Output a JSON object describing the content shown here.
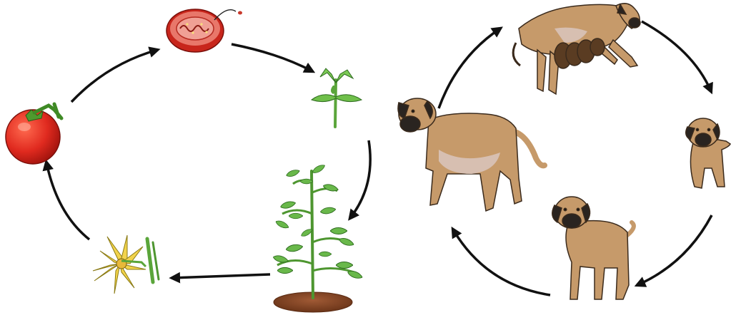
{
  "diagram": {
    "cycles": [
      {
        "name": "tomato-life-cycle",
        "stages": [
          "whole-tomato",
          "cut-tomato-with-seed",
          "seedling",
          "mature-plant",
          "flower"
        ]
      },
      {
        "name": "dog-life-cycle",
        "stages": [
          "mother-nursing-puppies",
          "puppy",
          "young-dog",
          "adult-pregnant-dog"
        ]
      }
    ],
    "colors": {
      "arrow": "#111111",
      "tomato": "#d9261c",
      "leaf": "#6fbf4a",
      "flower": "#f2d34b",
      "soil": "#8a4b2a",
      "dog_fur": "#c69a6a",
      "dog_outline": "#3a2a1c",
      "dog_muzzle": "#2a2420",
      "dog_belly": "#d7bfb1"
    }
  }
}
